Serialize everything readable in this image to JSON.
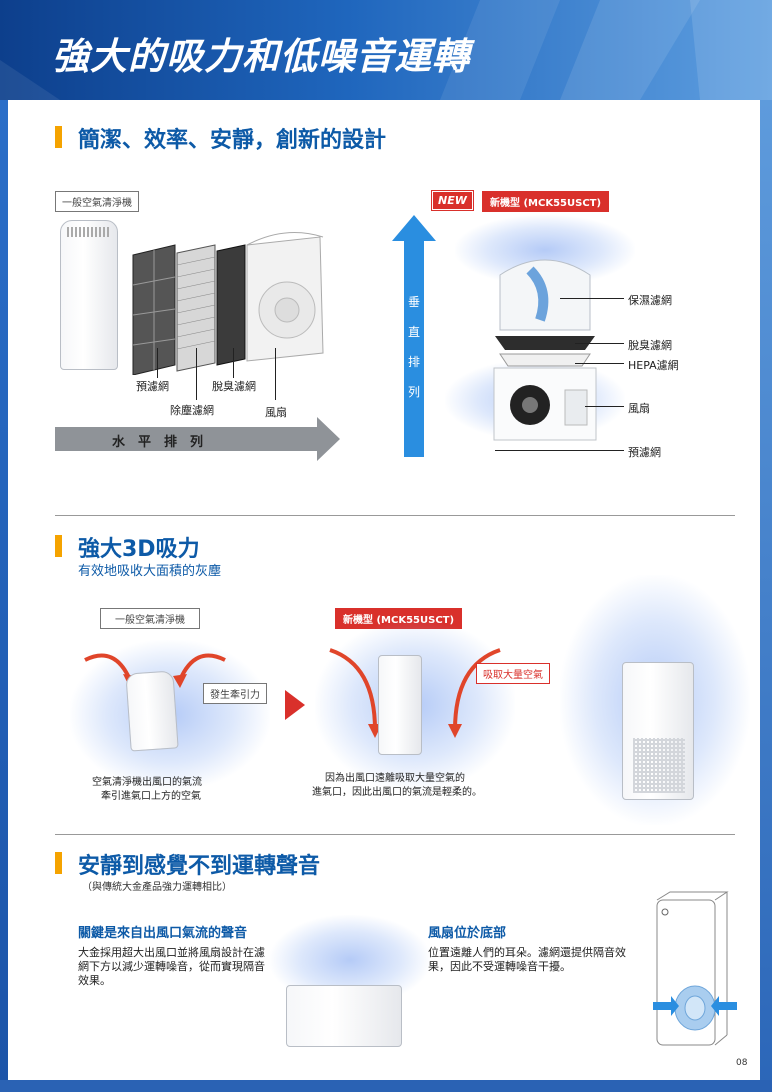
{
  "header": {
    "title": "強大的吸力和低噪音運轉"
  },
  "section1": {
    "heading": "簡潔、效率、安靜，創新的設計",
    "left": {
      "tag": "一般空氣清淨機",
      "labels": {
        "pre_filter": "預濾網",
        "deodor": "脫臭濾網",
        "dust": "除塵濾網",
        "fan": "風扇"
      },
      "arrow_text": "水　平　排　列"
    },
    "right": {
      "new_badge": "NEW",
      "model_tag": "新機型 (MCK55USCT)",
      "vertical_arrow": [
        "垂",
        "直",
        "排",
        "列"
      ],
      "labels": {
        "humid": "保濕濾網",
        "deodor": "脫臭濾網",
        "hepa": "HEPA濾網",
        "fan": "風扇",
        "pre": "預濾網"
      }
    }
  },
  "section2": {
    "heading": "強大3D吸力",
    "subheading": "有效地吸收大面積的灰塵",
    "left": {
      "tag": "一般空氣清淨機",
      "callout": "發生牽引力",
      "caption_1": "空氣清淨機出風口的氣流",
      "caption_2": "牽引進氣口上方的空氣"
    },
    "right": {
      "tag": "新機型 (MCK55USCT)",
      "callout": "吸取大量空氣",
      "caption_1": "因為出風口遠離吸取大量空氣的",
      "caption_2": "進氣口，因此出風口的氣流是輕柔的。"
    }
  },
  "section3": {
    "heading": "安靜到感覺不到運轉聲音",
    "note": "（與傳統大金產品強力運轉相比）",
    "col1": {
      "title": "關鍵是來自出風口氣流的聲音",
      "body_1": "大金採用超大出風口並將風扇設計在濾",
      "body_2": "網下方以減少運轉噪音，從而實現隔音",
      "body_3": "效果。"
    },
    "col2": {
      "title": "風扇位於底部",
      "body_1": "位置遠離人們的耳朵。濾網還提供隔音效",
      "body_2": "果，因此不受運轉噪音干擾。"
    }
  },
  "footer": {
    "page_number": "08"
  },
  "colors": {
    "brand_blue": "#0d5aa7",
    "accent_orange": "#f5a300",
    "accent_red": "#d9302b",
    "arrow_blue": "#2a8ee0",
    "arrow_gray": "#8f9398"
  }
}
